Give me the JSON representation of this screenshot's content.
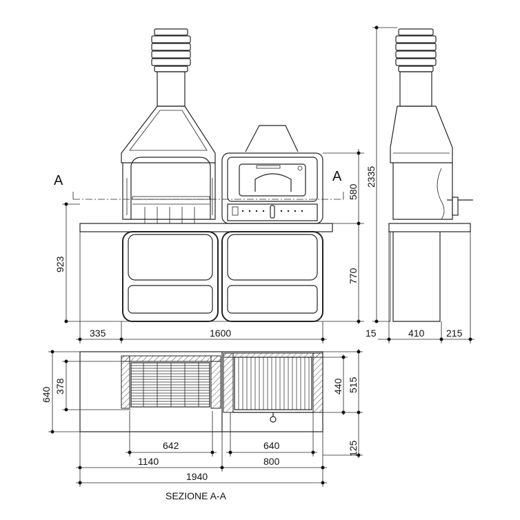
{
  "section_marks": {
    "left": "A",
    "right": "A"
  },
  "front_view": {
    "dims": {
      "height_counter": "923",
      "width_side_shelf": "335",
      "width_total": "1600",
      "height_oven": "580",
      "height_base": "770",
      "height_total": "2335"
    }
  },
  "side_view": {
    "dims": {
      "offset": "15",
      "depth": "410",
      "overhang": "215"
    }
  },
  "plan_view": {
    "dims": {
      "depth_total": "640",
      "depth_grill": "378",
      "depth_oven_inner": "440",
      "depth_oven_outer": "515",
      "front_offset": "125",
      "grill_width": "642",
      "oven_width": "640",
      "bbq_module_width": "1140",
      "oven_module_width": "800",
      "overall_width": "1940"
    },
    "caption": "SEZIONE A-A"
  }
}
